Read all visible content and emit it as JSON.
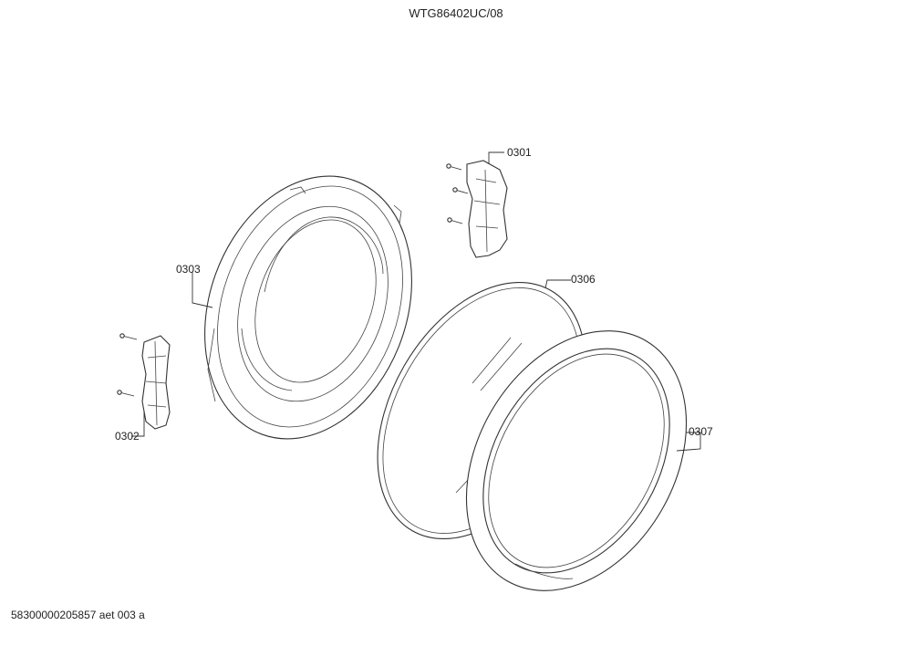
{
  "header": {
    "model": "WTG86402UC/08"
  },
  "footer": {
    "document_id": "58300000205857 aet 003 a"
  },
  "callouts": [
    {
      "id": "c0301",
      "label": "0301"
    },
    {
      "id": "c0302",
      "label": "0302"
    },
    {
      "id": "c0303",
      "label": "0303"
    },
    {
      "id": "c0306",
      "label": "0306"
    },
    {
      "id": "c0307",
      "label": "0307"
    }
  ]
}
